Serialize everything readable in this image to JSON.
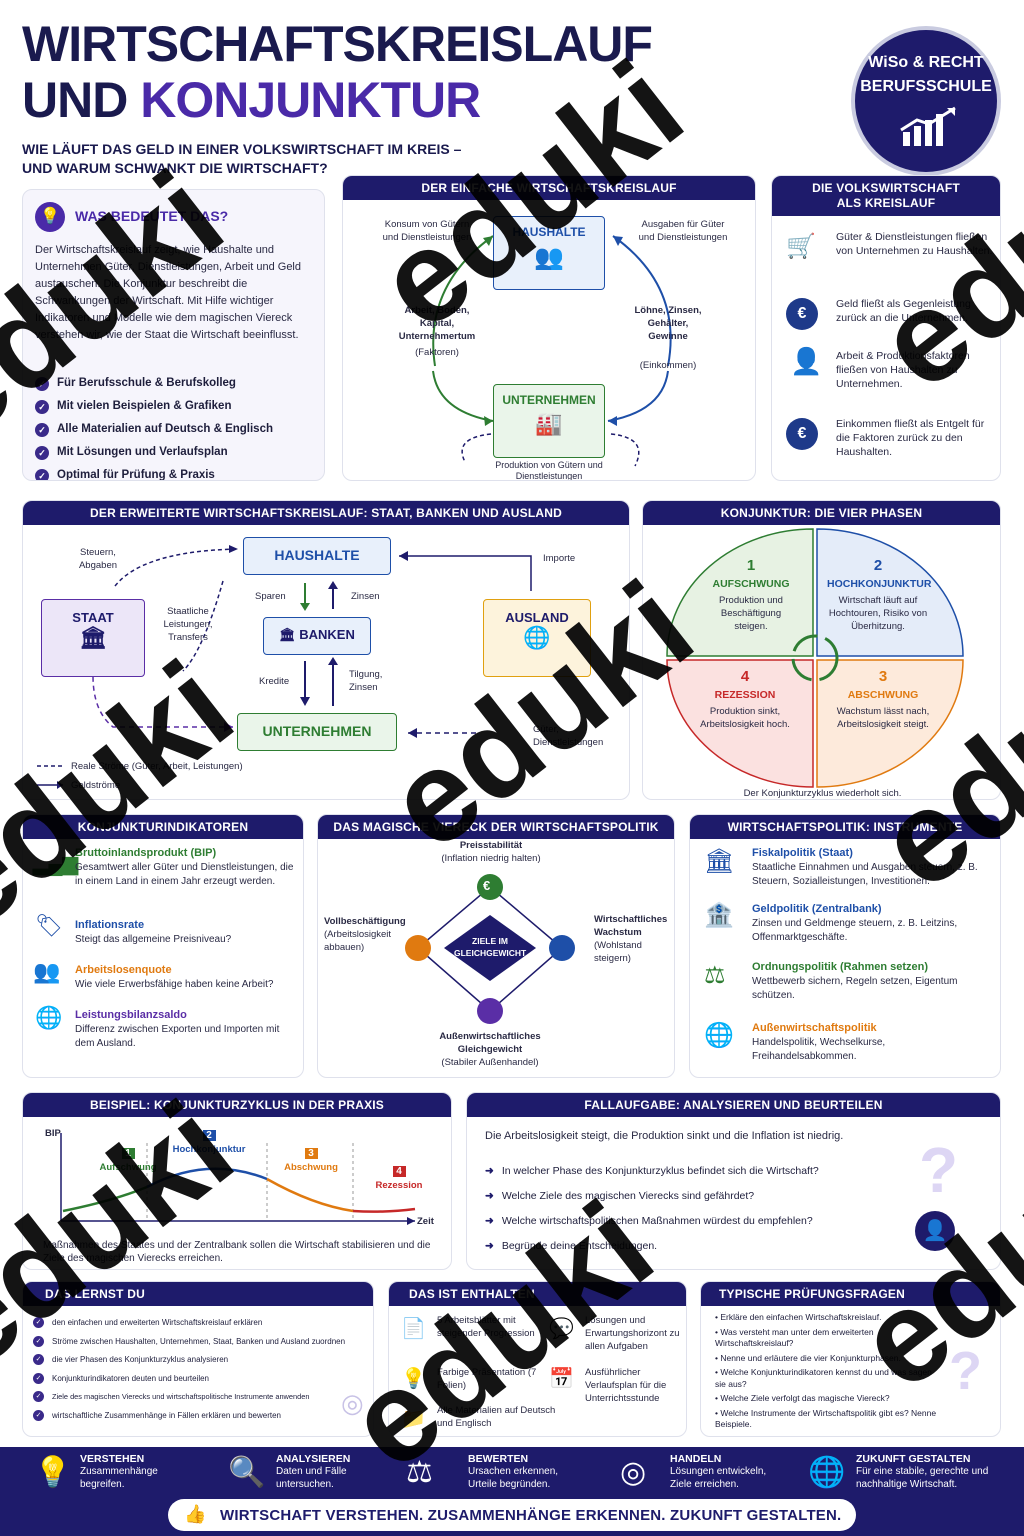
{
  "header": {
    "title_line1": "WIRTSCHAFTSKREISLAUF",
    "title_line2a": "UND ",
    "title_line2b": "KONJUNKTUR",
    "subtitle_line1": "WIE LÄUFT DAS GELD IN EINER VOLKSWIRTSCHAFT IM KREIS –",
    "subtitle_line2": "UND WARUM SCHWANKT DIE WIRTSCHAFT?",
    "badge_line1": "WiSo & RECHT",
    "badge_line2": "BERUFSSCHULE"
  },
  "intro": {
    "heading": "WAS BEDEUTET DAS?",
    "text": "Der Wirtschaftskreislauf zeigt, wie Haushalte und Unternehmen Güter, Dienstleistungen, Arbeit und Geld austauschen. Die Konjunktur beschreibt die Schwankungen der Wirtschaft. Mit Hilfe wichtiger Indikatoren und Modelle wie dem magischen Viereck verstehen wir, wie der Staat die Wirtschaft beeinflusst.",
    "checks": [
      "Für Berufsschule & Berufskolleg",
      "Mit vielen Beispielen & Grafiken",
      "Alle Materialien auf Deutsch & Englisch",
      "Mit Lösungen und Verlaufsplan",
      "Optimal für Prüfung & Praxis"
    ]
  },
  "simple_cycle": {
    "heading": "DER EINFACHE WIRTSCHAFTSKREISLAUF",
    "haushalte": "HAUSHALTE",
    "unternehmen": "UNTERNEHMEN",
    "konsum": "Konsum von Gütern und Dienstleistungen",
    "ausgaben": "Ausgaben für Güter und Dienstleistungen",
    "faktoren": "Arbeit, Boden, Kapital, Unternehmertum",
    "faktoren_sub": "(Faktoren)",
    "einkommen": "Löhne, Zinsen, Gehälter, Gewinne",
    "einkommen_sub": "(Einkommen)",
    "produktion": "Produktion von Gütern und Dienstleistungen"
  },
  "kreislauf_side": {
    "heading_line1": "DIE VOLKSWIRTSCHAFT",
    "heading_line2": "ALS KREISLAUF",
    "items": [
      {
        "icon": "cart-icon",
        "text": "Güter & Dienstleistungen fließen von Unternehmen zu Haushalten."
      },
      {
        "icon": "euro-icon",
        "text": "Geld fließt als Gegenleistung zurück an die Unternehmen."
      },
      {
        "icon": "person-icon",
        "text": "Arbeit & Produktionsfaktoren fließen von Haushalten zu Unternehmen."
      },
      {
        "icon": "euro-icon",
        "text": "Einkommen fließt als Entgelt für die Faktoren zurück zu den Haushalten."
      }
    ]
  },
  "extended_cycle": {
    "heading": "DER ERWEITERTE WIRTSCHAFTSKREISLAUF: STAAT, BANKEN UND AUSLAND",
    "haushalte": "HAUSHALTE",
    "staat": "STAAT",
    "banken": "BANKEN",
    "ausland": "AUSLAND",
    "unternehmen": "UNTERNEHMEN",
    "steuern": "Steuern, Abgaben",
    "leistungen": "Staatliche Leistungen, Transfers",
    "sparen": "Sparen",
    "zinsen": "Zinsen",
    "kredite": "Kredite",
    "tilgung": "Tilgung, Zinsen",
    "importe": "Importe",
    "gueter": "Güter, Dienstleistungen",
    "legend_real": "Reale Ströme (Güter, Arbeit, Leistungen)",
    "legend_geld": "Geldströme"
  },
  "phases": {
    "heading": "KONJUNKTUR: DIE VIER PHASEN",
    "items": [
      {
        "num": "1",
        "name": "AUFSCHWUNG",
        "text": "Produktion und Beschäftigung steigen.",
        "color": "#2e7d32"
      },
      {
        "num": "2",
        "name": "HOCHKONJUNKTUR",
        "text": "Wirtschaft läuft auf Hochtouren, Risiko von Überhitzung.",
        "color": "#1e4fa8"
      },
      {
        "num": "4",
        "name": "REZESSION",
        "text": "Produktion sinkt, Arbeitslosigkeit hoch.",
        "color": "#c62828"
      },
      {
        "num": "3",
        "name": "ABSCHWUNG",
        "text": "Wachstum lässt nach, Arbeitslosigkeit steigt.",
        "color": "#e07a10"
      }
    ],
    "footer": "Der Konjunkturzyklus wiederholt sich."
  },
  "indicators": {
    "heading": "KONJUNKTURINDIKATOREN",
    "items": [
      {
        "title": "Bruttoinlandsprodukt (BIP)",
        "text": "Gesamtwert aller Güter und Dienstleistungen, die in einem Land in einem Jahr erzeugt werden.",
        "color": "#2e7d32",
        "icon": "bar-chart-icon"
      },
      {
        "title": "Inflationsrate",
        "text": "Steigt das allgemeine Preisniveau?",
        "color": "#1e4fa8",
        "icon": "price-tag-icon"
      },
      {
        "title": "Arbeitslosenquote",
        "text": "Wie viele Erwerbsfähige haben keine Arbeit?",
        "color": "#e07a10",
        "icon": "people-icon"
      },
      {
        "title": "Leistungsbilanzsaldo",
        "text": "Differenz zwischen Exporten und Importen mit dem Ausland.",
        "color": "#5a2ea6",
        "icon": "globe-icon"
      }
    ]
  },
  "magic_square": {
    "heading": "DAS MAGISCHE VIERECK DER WIRTSCHAFTSPOLITIK",
    "center": "ZIELE IM GLEICHGEWICHT",
    "top_title": "Preisstabilität",
    "top_sub": "(Inflation niedrig halten)",
    "left_title": "Vollbeschäftigung",
    "left_sub": "(Arbeitslosigkeit abbauen)",
    "right_title": "Wirtschaftliches Wachstum",
    "right_sub": "(Wohlstand steigern)",
    "bottom_title": "Außenwirtschaftliches Gleichgewicht",
    "bottom_sub": "(Stabiler Außenhandel)"
  },
  "instruments": {
    "heading": "WIRTSCHAFTSPOLITIK: INSTRUMENTE",
    "items": [
      {
        "title": "Fiskalpolitik (Staat)",
        "text": "Staatliche Einnahmen und Ausgaben steuern, z. B. Steuern, Sozialleistungen, Investitionen.",
        "color": "#1e4fa8",
        "icon": "government-icon"
      },
      {
        "title": "Geldpolitik (Zentralbank)",
        "text": "Zinsen und Geldmenge steuern, z. B. Leitzins, Offenmarktgeschäfte.",
        "color": "#1e4fa8",
        "icon": "bank-icon"
      },
      {
        "title": "Ordnungspolitik (Rahmen setzen)",
        "text": "Wettbewerb sichern, Regeln setzen, Eigentum schützen.",
        "color": "#2e7d32",
        "icon": "scales-icon"
      },
      {
        "title": "Außenwirtschaftspolitik",
        "text": "Handelspolitik, Wechselkurse, Freihandelsabkommen.",
        "color": "#e07a10",
        "icon": "globe-icon"
      }
    ]
  },
  "example": {
    "heading": "BEISPIEL: KONJUNKTURZYKLUS IN DER PRAXIS",
    "y_label": "BIP",
    "x_label": "Zeit",
    "phases": [
      {
        "num": "1",
        "name": "Aufschwung",
        "color": "#2e7d32"
      },
      {
        "num": "2",
        "name": "Hochkonjunktur",
        "color": "#1e4fa8"
      },
      {
        "num": "3",
        "name": "Abschwung",
        "color": "#e07a10"
      },
      {
        "num": "4",
        "name": "Rezession",
        "color": "#c62828"
      }
    ],
    "text": "Maßnahmen des Staates und der Zentralbank sollen die Wirtschaft stabilisieren und die Ziele des magischen Vierecks erreichen."
  },
  "case": {
    "heading": "FALLAUFGABE: ANALYSIEREN UND BEURTEILEN",
    "intro": "Die Arbeitslosigkeit steigt, die Produktion sinkt und die Inflation ist niedrig.",
    "questions": [
      "In welcher Phase des Konjunkturzyklus befindet sich die Wirtschaft?",
      "Welche Ziele des magischen Vierecks sind gefährdet?",
      "Welche wirtschaftspolitischen Maßnahmen würdest du empfehlen?",
      "Begründe deine Entscheidungen."
    ]
  },
  "learn": {
    "heading": "DAS LERNST DU",
    "items": [
      "den einfachen und erweiterten Wirtschaftskreislauf erklären",
      "Ströme zwischen Haushalten, Unternehmen, Staat, Banken und Ausland zuordnen",
      "die vier Phasen des Konjunkturzyklus analysieren",
      "Konjunkturindikatoren deuten und beurteilen",
      "Ziele des magischen Vierecks und wirtschaftspolitische Instrumente anwenden",
      "wirtschaftliche Zusammenhänge in Fällen erklären und bewerten"
    ]
  },
  "contents": {
    "heading": "DAS IST ENTHALTEN",
    "items": [
      {
        "icon": "document-icon",
        "text": "5 Arbeitsblätter mit steigender Progression"
      },
      {
        "icon": "chat-icon",
        "text": "Lösungen und Erwartungshorizont zu allen Aufgaben"
      },
      {
        "icon": "presentation-icon",
        "text": "Farbige Präsentation (7 Folien)"
      },
      {
        "icon": "calendar-icon",
        "text": "Ausführlicher Verlaufsplan für die Unterrichtsstunde"
      },
      {
        "icon": "folder-icon",
        "text": "Alle Materialien auf Deutsch und Englisch"
      }
    ]
  },
  "exam": {
    "heading": "TYPISCHE PRÜFUNGSFRAGEN",
    "items": [
      "Erkläre den einfachen Wirtschaftskreislauf.",
      "Was versteht man unter dem erweiterten Wirtschaftskreislauf?",
      "Nenne und erläutere die vier Konjunkturphasen.",
      "Welche Konjunkturindikatoren kennst du und was sagen sie aus?",
      "Welche Ziele verfolgt das magische Viereck?",
      "Welche Instrumente der Wirtschaftspolitik gibt es? Nenne Beispiele."
    ]
  },
  "footer": {
    "items": [
      {
        "title": "VERSTEHEN",
        "text": "Zusammenhänge begreifen.",
        "icon": "lightbulb-icon"
      },
      {
        "title": "ANALYSIEREN",
        "text": "Daten und Fälle untersuchen.",
        "icon": "magnifier-icon"
      },
      {
        "title": "BEWERTEN",
        "text": "Ursachen erkennen, Urteile begründen.",
        "icon": "scales-icon"
      },
      {
        "title": "HANDELN",
        "text": "Lösungen entwickeln, Ziele erreichen.",
        "icon": "target-icon"
      },
      {
        "title": "ZUKUNFT GESTALTEN",
        "text": "Für eine stabile, gerechte und nachhaltige Wirtschaft.",
        "icon": "globe-icon"
      }
    ],
    "slogan": "WIRTSCHAFT VERSTEHEN. ZUSAMMENHÄNGE ERKENNEN. ZUKUNFT GESTALTEN."
  },
  "watermark": "eduki"
}
